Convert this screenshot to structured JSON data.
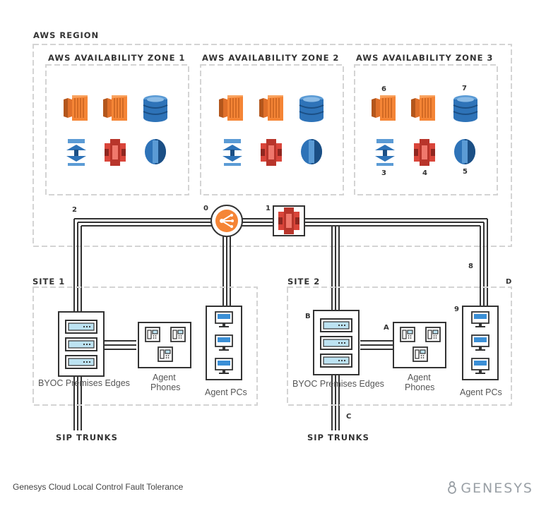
{
  "region": {
    "label": "AWS REGION"
  },
  "zones": [
    {
      "label": "AWS AVAILABILITY ZONE 1"
    },
    {
      "label": "AWS AVAILABILITY ZONE 2"
    },
    {
      "label": "AWS AVAILABILITY ZONE 3"
    }
  ],
  "sites": [
    {
      "label": "SITE 1",
      "edges_label": "BYOC Premises Edges",
      "phones_label_1": "Agent",
      "phones_label_2": "Phones",
      "pcs_label": "Agent PCs",
      "trunks_label": "SIP TRUNKS"
    },
    {
      "label": "SITE 2",
      "edges_label": "BYOC Premises Edges",
      "phones_label_1": "Agent",
      "phones_label_2": "Phones",
      "pcs_label": "Agent PCs",
      "trunks_label": "SIP TRUNKS"
    }
  ],
  "markers": {
    "m0": "0",
    "m1": "1",
    "m2": "2",
    "m3": "3",
    "m4": "4",
    "m5": "5",
    "m6": "6",
    "m7": "7",
    "m8": "8",
    "m9": "9",
    "mA": "A",
    "mB": "B",
    "mC": "C",
    "mD": "D"
  },
  "footer": {
    "caption": "Genesys Cloud Local Control Fault Tolerance",
    "brand": "GENESYS"
  },
  "colors": {
    "orange": "#f58536",
    "blue": "#2e73b8",
    "red": "#d9453a",
    "dashed": "#d0d0d0",
    "line": "#333333",
    "screen": "#3b8fd6"
  },
  "icons": [
    "ec2-instance-icon",
    "database-icon",
    "load-balancer-icon",
    "storage-bucket-icon",
    "dns-icon",
    "server-rack-icon",
    "ip-phone-icon",
    "workstation-icon"
  ]
}
